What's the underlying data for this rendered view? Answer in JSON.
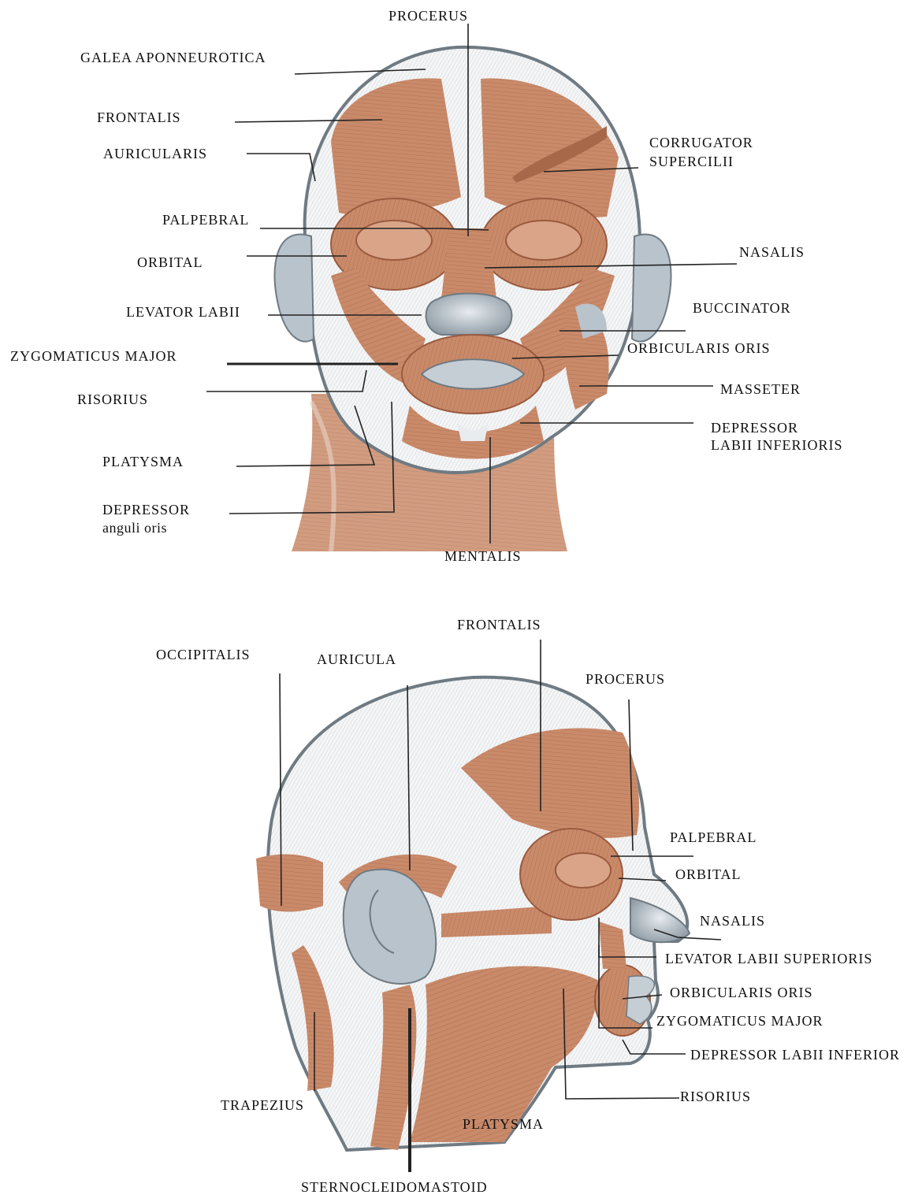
{
  "front_view": {
    "labels": {
      "procerus": "PROCERUS",
      "galea_aponeurotica": "GALEA APONNEUROTICA",
      "frontalis": "FRONTALIS",
      "auricularis": "AURICULARIS",
      "corrugator_supercilii_line1": "CORRUGATOR",
      "corrugator_supercilii_line2": "SUPERCILII",
      "palpebral": "PALPEBRAL",
      "orbital": "ORBITAL",
      "nasalis": "NASALIS",
      "levator_labii": "LEVATOR LABII",
      "buccinator": "BUCCINATOR",
      "zygomaticus_major": "ZYGOMATICUS MAJOR",
      "orbicularis_oris": "ORBICULARIS ORIS",
      "risorius": "RISORIUS",
      "masseter": "MASSETER",
      "platysma": "PLATYSMA",
      "depressor_labii_line1": "DEPRESSOR",
      "depressor_labii_line2": "LABII INFERIORIS",
      "depressor_anguli_line1": "DEPRESSOR",
      "depressor_anguli_line2": "anguli oris",
      "mentalis": "MENTALIS"
    }
  },
  "side_view": {
    "labels": {
      "frontalis": "FRONTALIS",
      "occipitalis": "OCCIPITALIS",
      "auricula": "AURICULA",
      "procerus": "PROCERUS",
      "palpebral": "PALPEBRAL",
      "orbital": "ORBITAL",
      "nasalis": "NASALIS",
      "levator_labii_superioris": "LEVATOR LABII SUPERIORIS",
      "orbicularis_oris": "ORBICULARIS ORIS",
      "zygomaticus_major": "ZYGOMATICUS MAJOR",
      "depressor_labii_inferior": "DEPRESSOR LABII INFERIOR",
      "risorius": "RISORIUS",
      "trapezius": "TRAPEZIUS",
      "platysma": "PLATYSMA",
      "sternocleidomastoid": "STERNOCLEIDOMASTOID"
    }
  },
  "colors": {
    "muscle": "#c98a6a",
    "muscle_dark": "#9b5a3e",
    "muscle_light": "#e3b597",
    "outline": "#6f7a82",
    "bone_grey": "#b9c3cb",
    "tendon": "#eef0f1"
  }
}
